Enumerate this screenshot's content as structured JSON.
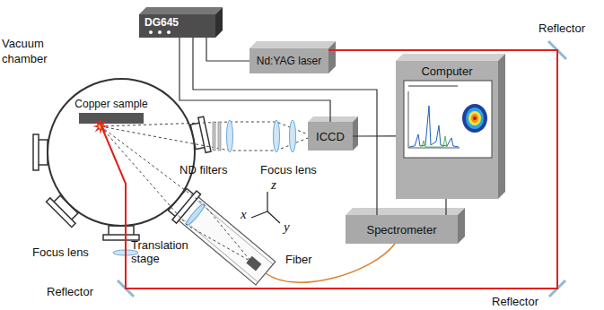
{
  "diagram": {
    "nodes": [
      {
        "text": [
          "DG645"
        ]
      },
      {
        "text": [
          "Nd:YAG laser"
        ]
      },
      {
        "text": [
          "Vacuum chamber"
        ]
      },
      {
        "text": [
          "Copper sample"
        ],
        "in": 2
      },
      {
        "text": [
          "Computer"
        ]
      },
      {
        "text": [
          "ICCD"
        ]
      },
      {
        "text": [
          "Spectrometer"
        ]
      }
    ],
    "edges": [
      {
        "from": 0,
        "to": 1,
        "arrow": "none"
      },
      {
        "from": 0,
        "to": 5,
        "arrow": "none"
      },
      {
        "from": 0,
        "to": 6,
        "arrow": "none"
      },
      {
        "from": 5,
        "to": 4,
        "arrow": "none"
      },
      {
        "from": 6,
        "to": 4,
        "arrow": "none"
      },
      {
        "from": 1,
        "to": 3,
        "arrow": "none"
      }
    ],
    "labels": [
      "Reflector",
      "ND filters",
      "Focus lens",
      "z",
      "x",
      "y",
      "Focus lens",
      "Translation stage",
      "Fiber",
      "Reflector",
      "Reflector"
    ]
  }
}
